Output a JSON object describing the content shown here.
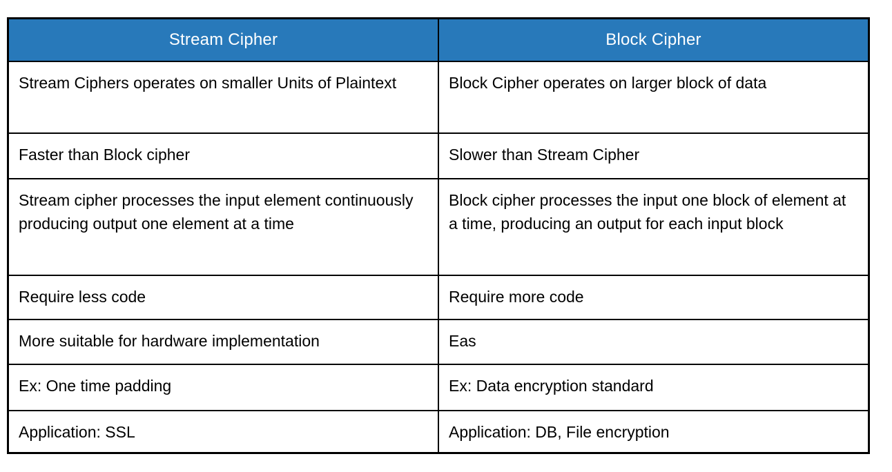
{
  "page": {
    "background_color": "#ffffff"
  },
  "table": {
    "header": {
      "background_color": "#2879BA",
      "text_color": "#ffffff",
      "columns": [
        {
          "label": "Stream Cipher"
        },
        {
          "label": "Block Cipher"
        }
      ]
    },
    "border_color": "#000000",
    "rows": [
      {
        "stream": "Stream Ciphers operates on smaller Units of Plaintext",
        "block": "Block Cipher operates on larger block of data"
      },
      {
        "stream": "Faster than Block cipher",
        "block": "Slower than Stream Cipher"
      },
      {
        "stream": "Stream cipher processes the input element continuously producing output one element at a time",
        "block": "Block cipher processes the input one block of element at a time, producing an output for each input block"
      },
      {
        "stream": "Require less code",
        "block": "Require more code"
      },
      {
        "stream": "More suitable for hardware implementation",
        "block": "Eas"
      },
      {
        "stream": "Ex: One time padding",
        "block": "Ex: Data encryption standard"
      },
      {
        "stream": "Application: SSL",
        "block": "Application: DB, File encryption"
      }
    ]
  }
}
